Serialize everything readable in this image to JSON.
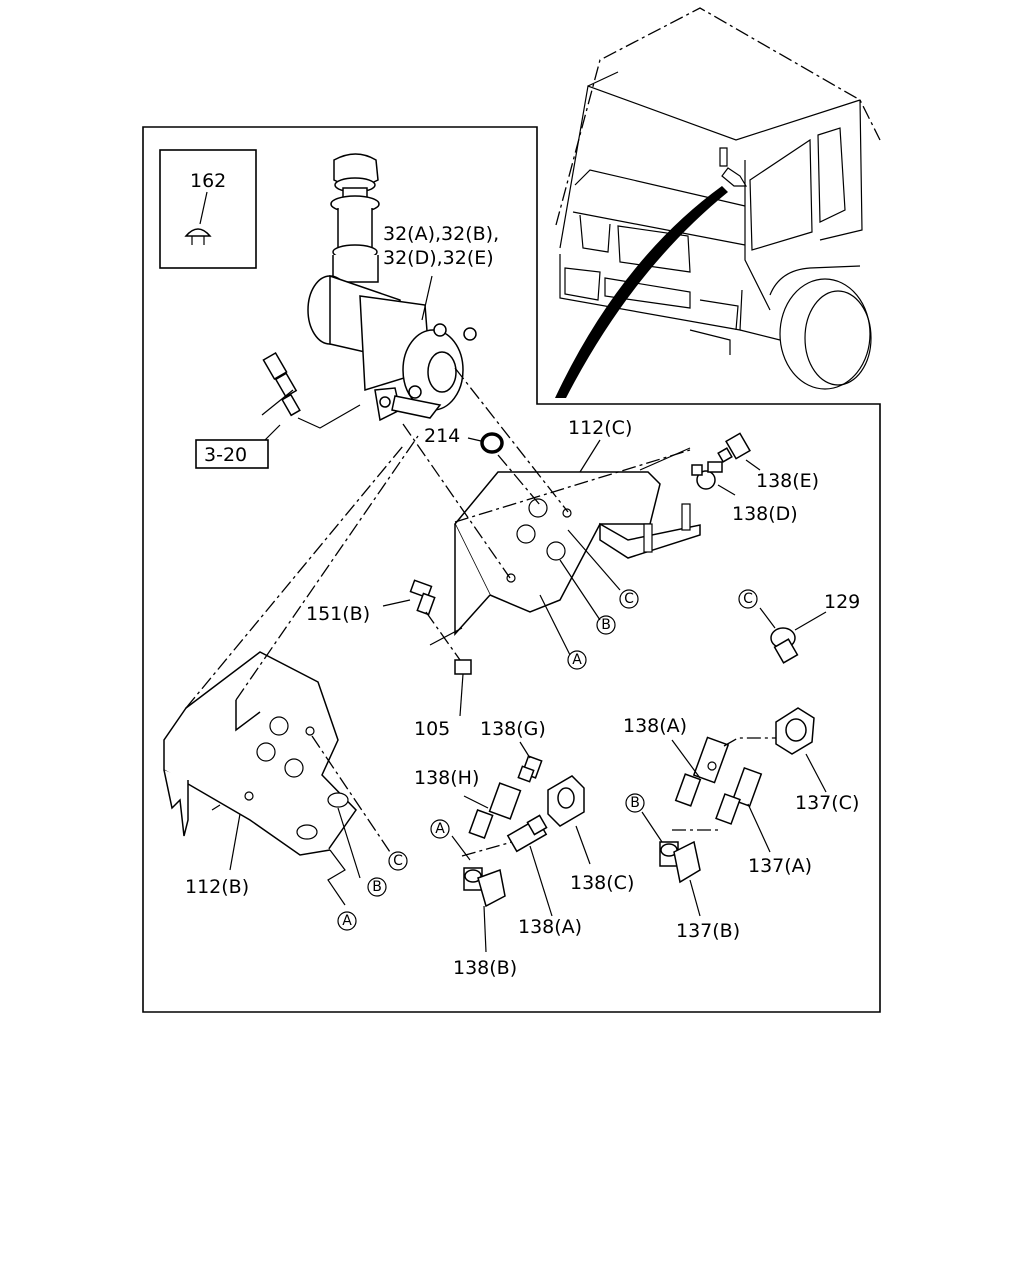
{
  "labels": {
    "p162": "162",
    "p32": "32(A),32(B),",
    "p32b": "32(D),32(E)",
    "ref": "3-20",
    "p214": "214",
    "p112c": "112(C)",
    "p138e": "138(E)",
    "p138d": "138(D)",
    "p151b": "151(B)",
    "p129": "129",
    "p105": "105",
    "p138g": "138(G)",
    "p138a_top": "138(A)",
    "p138h": "138(H)",
    "p137c": "137(C)",
    "p138c": "138(C)",
    "p137a": "137(A)",
    "p112b": "112(B)",
    "p138a_bot": "138(A)",
    "p137b": "137(B)",
    "p138b": "138(B)"
  },
  "markers": {
    "A": "A",
    "B": "B",
    "C": "C"
  }
}
